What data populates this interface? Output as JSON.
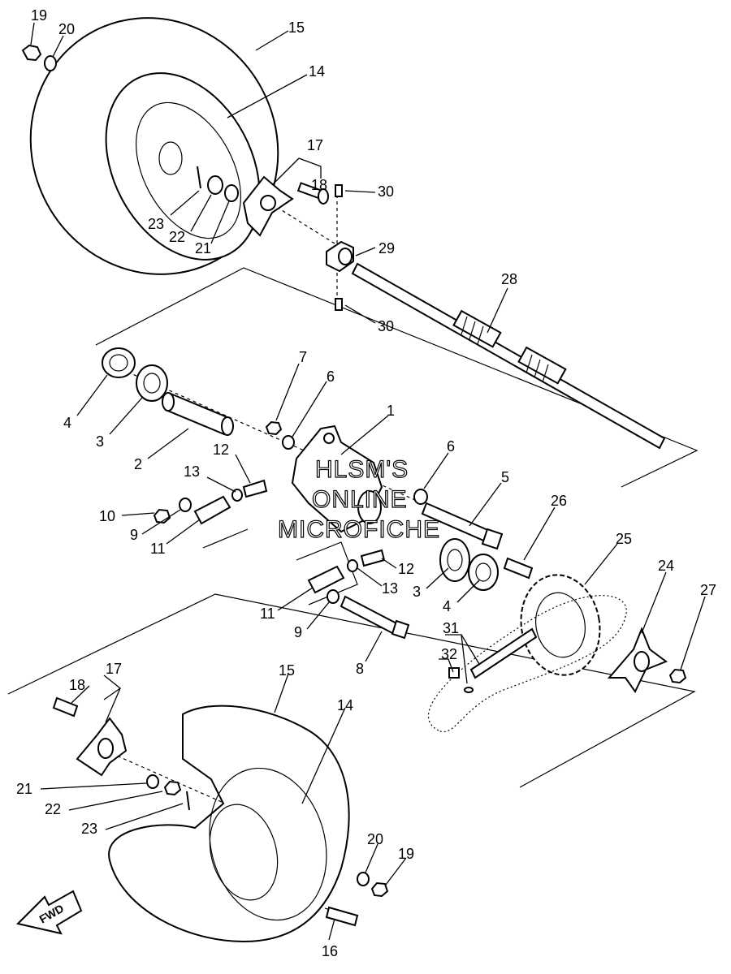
{
  "watermark": {
    "line1": "HLSM'S",
    "line2": "ONLINE",
    "line3": "MICROFICHE"
  },
  "direction_arrow": {
    "label": "FWD",
    "icon": "fwd-arrow-icon"
  },
  "callouts": [
    {
      "id": "c19a",
      "text": "19"
    },
    {
      "id": "c20a",
      "text": "20"
    },
    {
      "id": "c15a",
      "text": "15"
    },
    {
      "id": "c14a",
      "text": "14"
    },
    {
      "id": "c17a",
      "text": "17"
    },
    {
      "id": "c18a",
      "text": "18"
    },
    {
      "id": "c30a",
      "text": "30"
    },
    {
      "id": "c23a",
      "text": "23"
    },
    {
      "id": "c22a",
      "text": "22"
    },
    {
      "id": "c21a",
      "text": "21"
    },
    {
      "id": "c29",
      "text": "29"
    },
    {
      "id": "c28",
      "text": "28"
    },
    {
      "id": "c30b",
      "text": "30"
    },
    {
      "id": "c4a",
      "text": "4"
    },
    {
      "id": "c3a",
      "text": "3"
    },
    {
      "id": "c7",
      "text": "7"
    },
    {
      "id": "c6a",
      "text": "6"
    },
    {
      "id": "c1",
      "text": "1"
    },
    {
      "id": "c2",
      "text": "2"
    },
    {
      "id": "c12a",
      "text": "12"
    },
    {
      "id": "c13a",
      "text": "13"
    },
    {
      "id": "c10",
      "text": "10"
    },
    {
      "id": "c9a",
      "text": "9"
    },
    {
      "id": "c11a",
      "text": "11"
    },
    {
      "id": "c6b",
      "text": "6"
    },
    {
      "id": "c5",
      "text": "5"
    },
    {
      "id": "c26",
      "text": "26"
    },
    {
      "id": "c25",
      "text": "25"
    },
    {
      "id": "c24",
      "text": "24"
    },
    {
      "id": "c27",
      "text": "27"
    },
    {
      "id": "c12b",
      "text": "12"
    },
    {
      "id": "c13b",
      "text": "13"
    },
    {
      "id": "c3b",
      "text": "3"
    },
    {
      "id": "c4b",
      "text": "4"
    },
    {
      "id": "c11b",
      "text": "11"
    },
    {
      "id": "c9b",
      "text": "9"
    },
    {
      "id": "c31",
      "text": "31"
    },
    {
      "id": "c32",
      "text": "32"
    },
    {
      "id": "c8",
      "text": "8"
    },
    {
      "id": "c17b",
      "text": "17"
    },
    {
      "id": "c18b",
      "text": "18"
    },
    {
      "id": "c15b",
      "text": "15"
    },
    {
      "id": "c14b",
      "text": "14"
    },
    {
      "id": "c21b",
      "text": "21"
    },
    {
      "id": "c22b",
      "text": "22"
    },
    {
      "id": "c23b",
      "text": "23"
    },
    {
      "id": "c20b",
      "text": "20"
    },
    {
      "id": "c19b",
      "text": "19"
    },
    {
      "id": "c16",
      "text": "16"
    }
  ]
}
